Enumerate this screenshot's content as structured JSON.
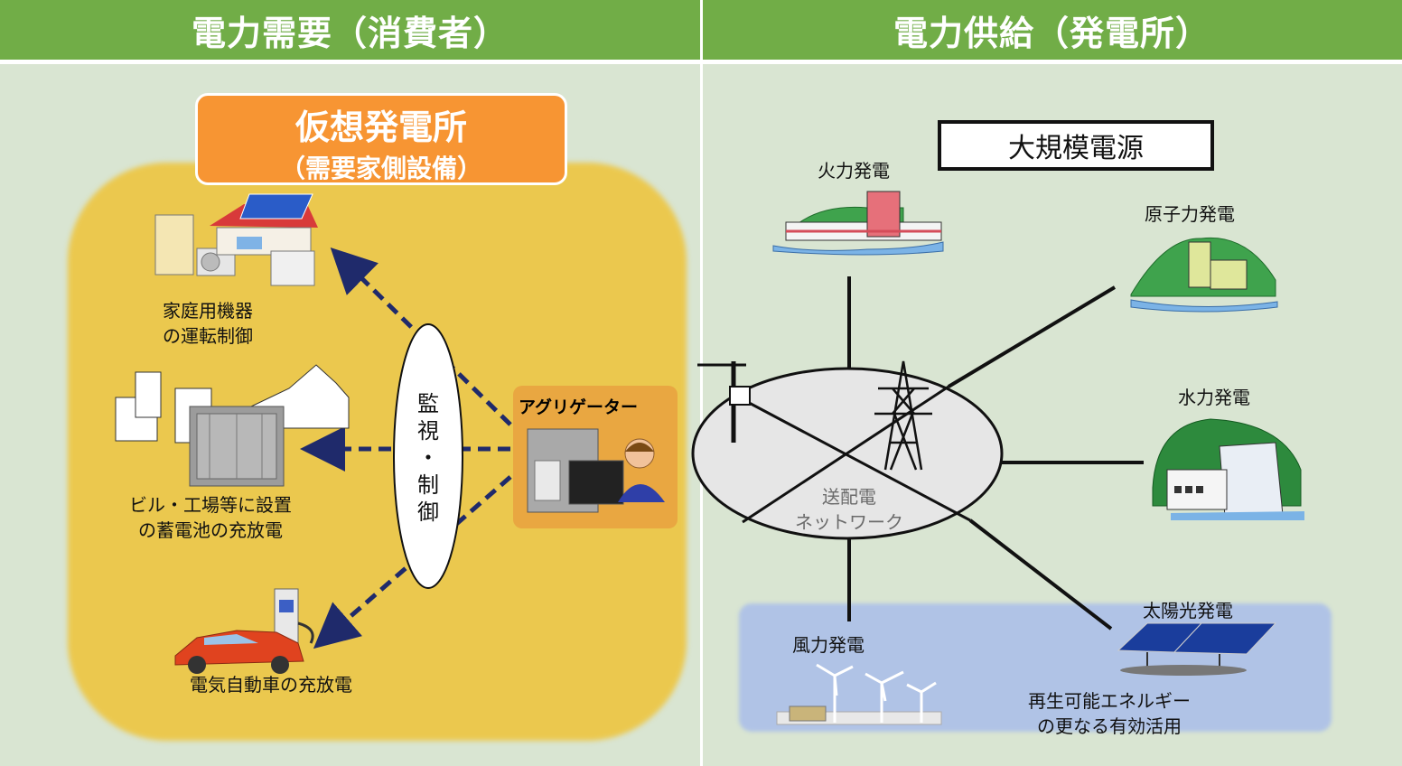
{
  "header": {
    "left_title": "電力需要（消費者）",
    "right_title": "電力供給（発電所）"
  },
  "demand": {
    "vpp_title": "仮想発電所",
    "vpp_subtitle": "（需要家側設備）",
    "aggregator": "アグリゲーター",
    "monitor_control": [
      "監",
      "視",
      "・",
      "制",
      "御"
    ],
    "items": [
      {
        "line1": "家庭用機器",
        "line2": "の運転制御"
      },
      {
        "line1": "ビル・工場等に設置",
        "line2": "の蓄電池の充放電"
      },
      {
        "line1": "電気自動車の充放電",
        "line2": ""
      }
    ]
  },
  "supply": {
    "large_source": "大規模電源",
    "thermal": "火力発電",
    "nuclear": "原子力発電",
    "hydro": "水力発電",
    "network_line1": "送配電",
    "network_line2": "ネットワーク",
    "wind": "風力発電",
    "solar": "太陽光発電",
    "renewable_line1": "再生可能エネルギー",
    "renewable_line2": "の更なる有効活用"
  },
  "colors": {
    "header_green": "#71ad47",
    "background": "#d9e5d2",
    "vpp_orange": "#f79533",
    "demand_yellow": "#ebc84e",
    "aggregator_box": "#e9a741",
    "arrow_navy": "#1f2a6b",
    "renewable_blue": "#b0c3e6"
  }
}
